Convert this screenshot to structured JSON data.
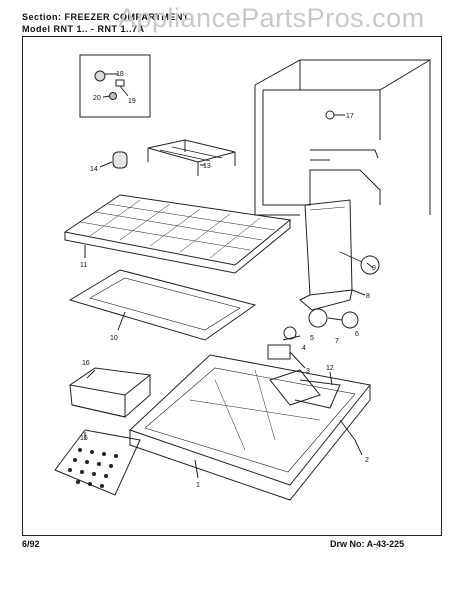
{
  "header": {
    "section_label": "Section:",
    "section_value": "FREEZER COMPARTMENT",
    "model_label": "Model",
    "model_value": "RNT 1..  -  RNT 1..7A"
  },
  "watermark": "AppliancePartsPros.com",
  "footer": {
    "date": "6/92",
    "drawing_label": "Drw No:",
    "drawing_number": "A-43-225"
  },
  "callouts": {
    "c1": "1",
    "c2": "2",
    "c3": "3",
    "c4": "4",
    "c5": "5",
    "c6": "6",
    "c7": "7",
    "c8": "8",
    "c9": "9",
    "c10": "10",
    "c11": "11",
    "c12": "12",
    "c13": "13",
    "c14": "14",
    "c15": "15",
    "c16": "16",
    "c17": "17",
    "c18": "18",
    "c19": "19",
    "c20": "20"
  }
}
